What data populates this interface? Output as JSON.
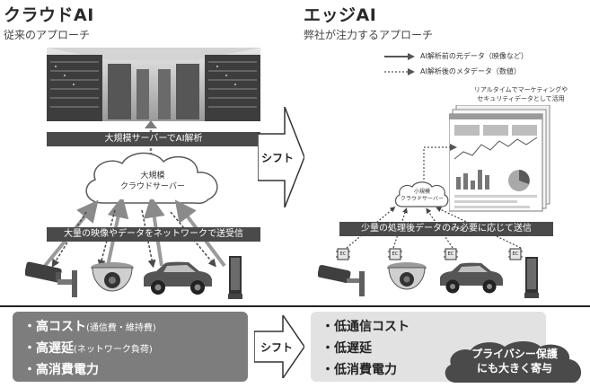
{
  "left": {
    "title": "クラウドAI",
    "subtitle": "従来のアプローチ",
    "server_banner": "大規模サーバーでAI解析",
    "cloud_label_1": "大規模",
    "cloud_label_2": "クラウドサーバー",
    "data_banner": "大量の映像やデータをネットワークで送受信",
    "bullets": [
      {
        "main": "高コスト",
        "note": "(通信費・維持費)"
      },
      {
        "main": "高遅延",
        "note": "(ネットワーク負荷)"
      },
      {
        "main": "高消費電力",
        "note": ""
      }
    ]
  },
  "right": {
    "title": "エッジAI",
    "subtitle": "弊社が注力するアプローチ",
    "legend": [
      {
        "label": "AI解析前の元データ（映像など）",
        "style": "solid"
      },
      {
        "label": "AI解析後のメタデータ（数値）",
        "style": "dotted"
      }
    ],
    "dashboard_note_1": "リアルタイムでマーケティングや",
    "dashboard_note_2": "セキュリティデータとして活用",
    "cloud_label_1": "小規模",
    "cloud_label_2": "クラウドサーバー",
    "data_banner": "少量の処理後データのみ必要に応じて送信",
    "chip_label": "EC",
    "bullets": [
      "低通信コスト",
      "低遅延",
      "低消費電力"
    ],
    "privacy_1": "プライバシー保護",
    "privacy_2": "にも大きく寄与"
  },
  "shift_label_top": "シフト",
  "shift_label_bottom": "シフト",
  "colors": {
    "dark": "#4a4a4a",
    "left_box": "#7d7d7d",
    "right_box": "#e2e2e2",
    "arrow_grey": "#8a8a8a"
  }
}
